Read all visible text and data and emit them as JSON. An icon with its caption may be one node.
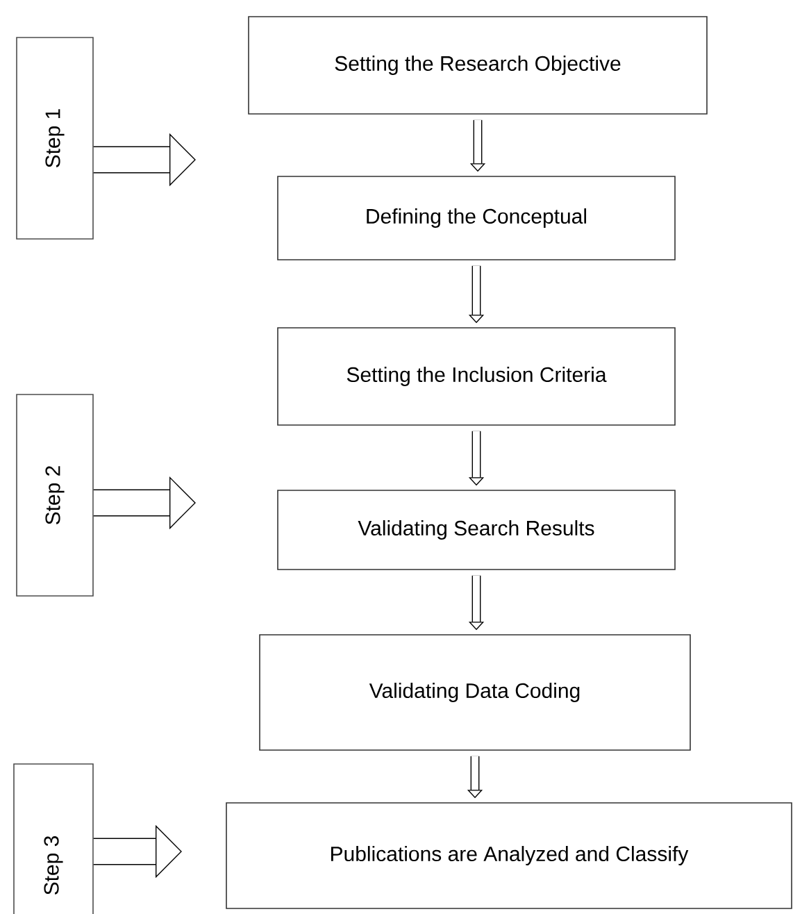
{
  "diagram": {
    "nodes": [
      {
        "text": [
          "Step 1"
        ]
      },
      {
        "text": [
          "Setting the Research Objective"
        ]
      },
      {
        "text": [
          "Defining the Conceptual"
        ]
      },
      {
        "text": [
          "Setting the Inclusion Criteria"
        ]
      },
      {
        "text": [
          "Step 2"
        ]
      },
      {
        "text": [
          "Validating Search Results"
        ]
      },
      {
        "text": [
          "Validating Data Coding"
        ]
      },
      {
        "text": [
          "Step 3"
        ]
      },
      {
        "text": [
          "Publications are Analyzed and Classify"
        ]
      }
    ],
    "edges": [
      {
        "from": 0,
        "to": null,
        "arrow": "to",
        "style": "thick"
      },
      {
        "from": 1,
        "to": 2,
        "arrow": "to"
      },
      {
        "from": 2,
        "to": 3,
        "arrow": "to"
      },
      {
        "from": 4,
        "to": null,
        "arrow": "to",
        "style": "thick"
      },
      {
        "from": 3,
        "to": 5,
        "arrow": "to"
      },
      {
        "from": 5,
        "to": 6,
        "arrow": "to"
      },
      {
        "from": 7,
        "to": null,
        "arrow": "to",
        "style": "thick"
      },
      {
        "from": 6,
        "to": 8,
        "arrow": "to"
      }
    ]
  }
}
